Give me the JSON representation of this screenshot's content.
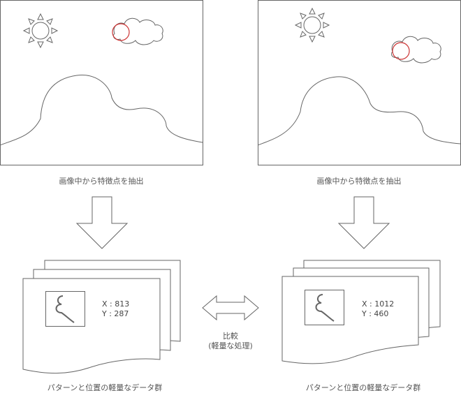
{
  "panels": [
    {
      "caption": "画像中から特徴点を抽出",
      "coords": {
        "x": "X : 813",
        "y": "Y : 287"
      },
      "bottom_caption": "パターンと位置の軽量なデータ群"
    },
    {
      "caption": "画像中から特徴点を抽出",
      "coords": {
        "x": "X : 1012",
        "y": "Y : 460"
      },
      "bottom_caption": "パターンと位置の軽量なデータ群"
    }
  ],
  "compare": {
    "line1": "比較",
    "line2": "(軽量な処理)"
  },
  "colors": {
    "stroke": "#666666",
    "highlight": "#cc3333",
    "background": "#ffffff"
  }
}
